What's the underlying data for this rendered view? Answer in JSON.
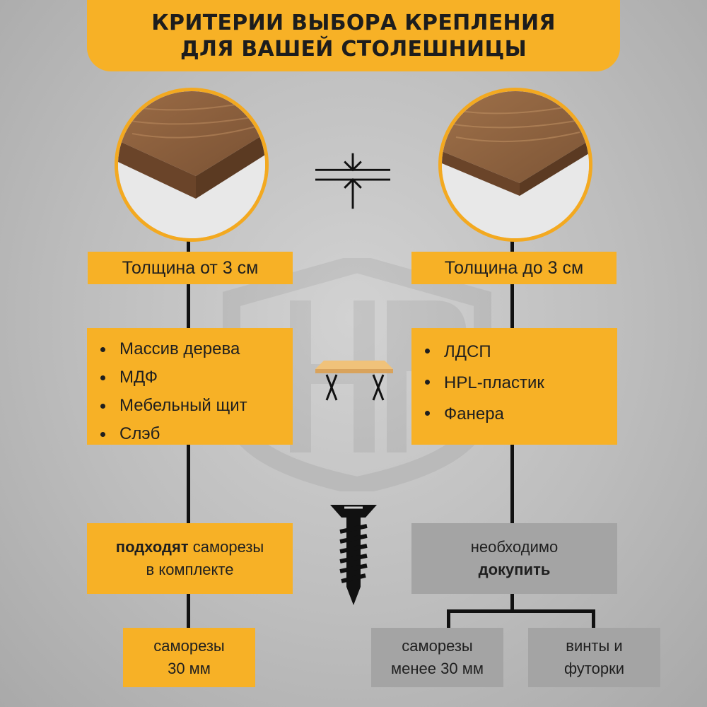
{
  "header": {
    "title_line1": "КРИТЕРИИ ВЫБОРА КРЕПЛЕНИЯ",
    "title_line2": "ДЛЯ ВАШЕЙ СТОЛЕШНИЦЫ"
  },
  "left": {
    "thickness_label": "Толщина от 3 см",
    "materials": [
      "Массив дерева",
      "МДФ",
      "Мебельный щит",
      "Слэб"
    ],
    "fit_bold": "подходят",
    "fit_rest": "саморезы",
    "fit_line2": "в комплекте",
    "screw_line1": "саморезы",
    "screw_line2": "30 мм"
  },
  "right": {
    "thickness_label": "Толщина до 3 см",
    "materials": [
      "ЛДСП",
      "HPL-пластик",
      "Фанера"
    ],
    "need_line1": "необходимо",
    "need_bold": "докупить",
    "opt1_line1": "саморезы",
    "opt1_line2": "менее 30 мм",
    "opt2_line1": "винты и",
    "opt2_line2": "футорки"
  },
  "icons": {
    "compress": "compress-arrows-icon",
    "table": "table-icon",
    "screw": "screw-icon",
    "watermark": "brand-watermark-logo"
  },
  "colors": {
    "accent": "#f7b126",
    "gray_box": "#a4a4a4",
    "line": "#111111",
    "wood": "#8a5f3c"
  }
}
